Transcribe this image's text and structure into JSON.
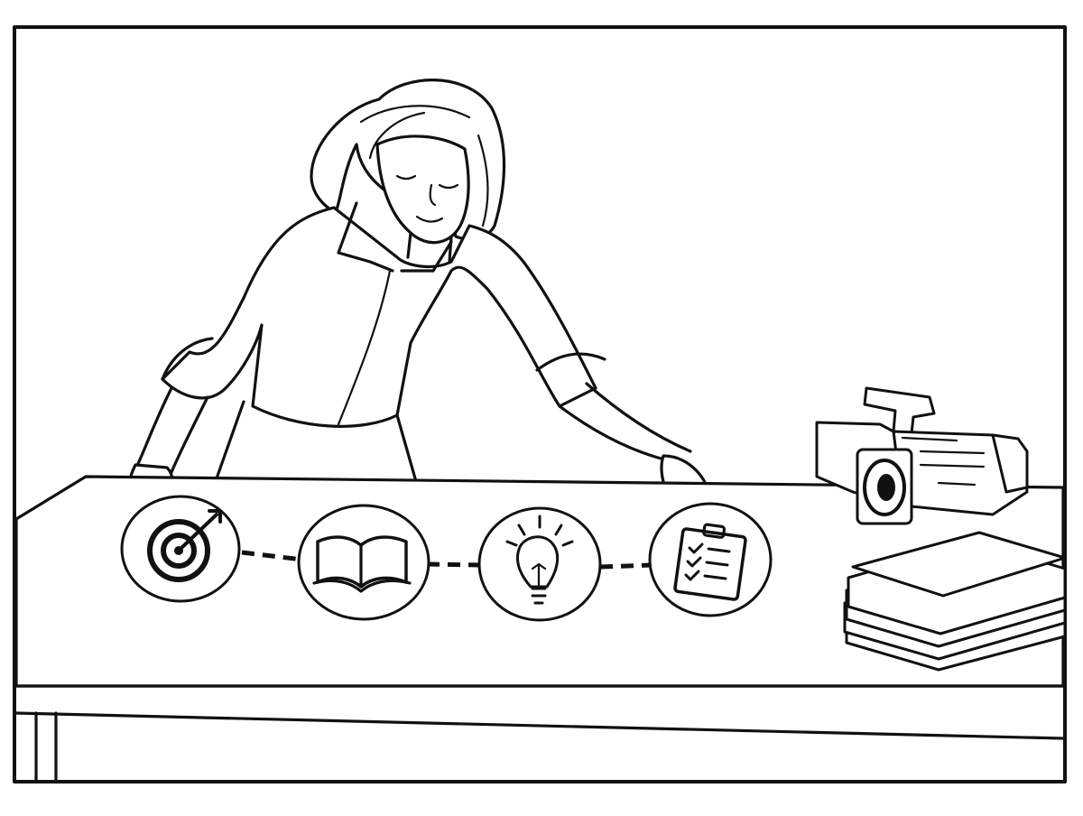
{
  "scene": {
    "background_color": "#ffffff",
    "ink_color": "#111111",
    "icons": [
      {
        "name": "target-icon"
      },
      {
        "name": "book-icon"
      },
      {
        "name": "lightbulb-icon"
      },
      {
        "name": "clipboard-checklist-icon"
      }
    ],
    "objects": [
      "person",
      "table",
      "video-camera",
      "paper-stack"
    ]
  }
}
